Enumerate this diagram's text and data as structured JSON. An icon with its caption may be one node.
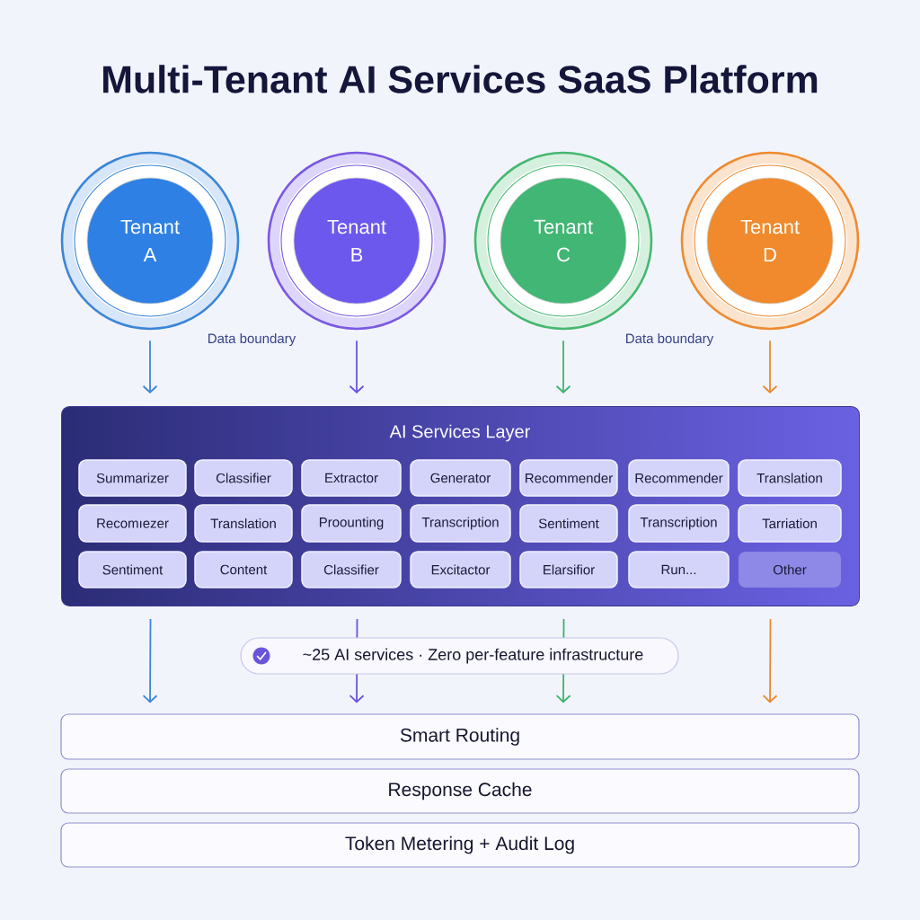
{
  "diagram": {
    "title": "Multi-Tenant AI Services SaaS Platform",
    "nodes": [
      {
        "text": [
          "Tenant A"
        ]
      },
      {
        "text": [
          "Tenant B"
        ]
      },
      {
        "text": [
          "Tenant C"
        ]
      },
      {
        "text": [
          "Tenant D"
        ]
      },
      {
        "text": [
          "AI Services Layer"
        ]
      },
      {
        "text": [
          "Summarizer"
        ],
        "in": 4
      },
      {
        "text": [
          "Classifier"
        ],
        "in": 4
      },
      {
        "text": [
          "Extractor"
        ],
        "in": 4
      },
      {
        "text": [
          "Generator"
        ],
        "in": 4
      },
      {
        "text": [
          "Recommender"
        ],
        "in": 4
      },
      {
        "text": [
          "Recommender"
        ],
        "in": 4
      },
      {
        "text": [
          "Translation"
        ],
        "in": 4
      },
      {
        "text": [
          "Recomıezer"
        ],
        "in": 4
      },
      {
        "text": [
          "Translation"
        ],
        "in": 4
      },
      {
        "text": [
          "Proounting"
        ],
        "in": 4
      },
      {
        "text": [
          "Transcription"
        ],
        "in": 4
      },
      {
        "text": [
          "Sentiment"
        ],
        "in": 4
      },
      {
        "text": [
          "Transcription"
        ],
        "in": 4
      },
      {
        "text": [
          "Tarriation"
        ],
        "in": 4
      },
      {
        "text": [
          "Sentiment"
        ],
        "in": 4
      },
      {
        "text": [
          "Content"
        ],
        "in": 4
      },
      {
        "text": [
          "Classifier"
        ],
        "in": 4
      },
      {
        "text": [
          "Excitactor"
        ],
        "in": 4
      },
      {
        "text": [
          "Elarsifior"
        ],
        "in": 4
      },
      {
        "text": [
          "Run..."
        ],
        "in": 4
      },
      {
        "text": [
          "Other"
        ],
        "in": 4
      },
      {
        "text": [
          "Smart Routing"
        ]
      },
      {
        "text": [
          "Response Cache"
        ]
      },
      {
        "text": [
          "Token Metering + Audit Log"
        ]
      }
    ],
    "edges": [
      {
        "from": 0,
        "to": 4,
        "arrow": "to",
        "color": "#3a86d8"
      },
      {
        "from": 1,
        "to": 4,
        "arrow": "to",
        "color": "#6b52dc"
      },
      {
        "from": 2,
        "to": 4,
        "arrow": "to",
        "color": "#3cb46c"
      },
      {
        "from": 3,
        "to": 4,
        "arrow": "to",
        "color": "#e9892f"
      },
      {
        "from": 4,
        "to": 26,
        "arrow": "to",
        "color": "#3a86d8"
      },
      {
        "from": 4,
        "to": 26,
        "arrow": "to",
        "color": "#6b52dc"
      },
      {
        "from": 4,
        "to": 26,
        "arrow": "to",
        "color": "#3cb46c"
      },
      {
        "from": 4,
        "to": 26,
        "arrow": "to",
        "color": "#e9892f"
      }
    ],
    "labels": [
      "Data boundary",
      "Data boundary",
      "~25 AI services · Zero per-feature infrastructure"
    ]
  }
}
